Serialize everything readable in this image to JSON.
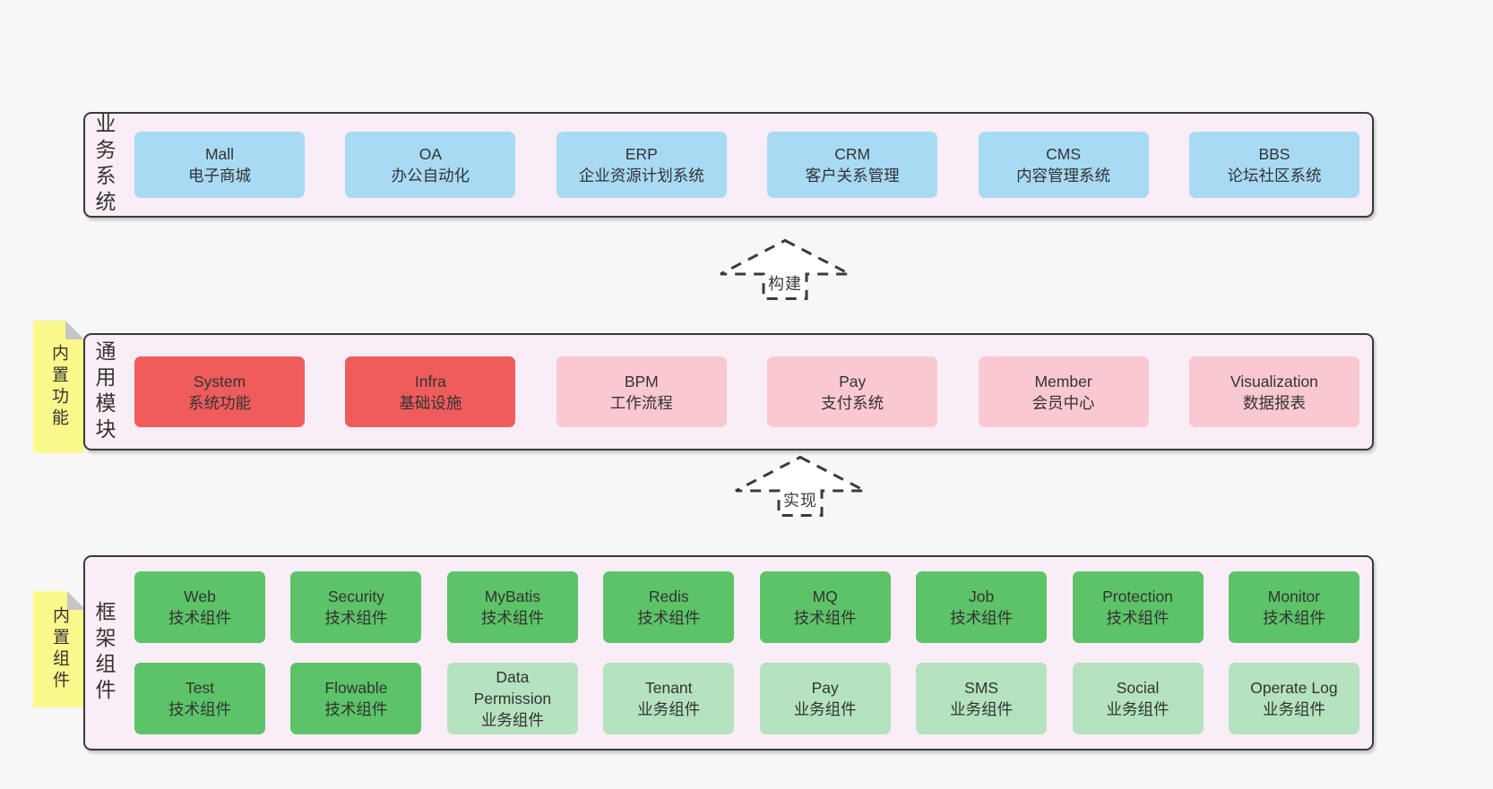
{
  "page": {
    "background": "#f7f7f7"
  },
  "colors": {
    "band_background": "#f9edf6",
    "band_border": "#3a3a3a",
    "blue": "#a8daf4",
    "red": "#f05c5c",
    "pink": "#fac8d1",
    "green_dark": "#5dc368",
    "green_light": "#b5e2bf",
    "sticky_yellow": "#fbf98c",
    "sticky_fold_grey": "#c6c6c6",
    "arrow_stroke": "#3b3b3b",
    "text": "#333333"
  },
  "arrows": [
    {
      "label": "构建"
    },
    {
      "label": "实现"
    }
  ],
  "bands": [
    {
      "label": "业务系统",
      "boxes": [
        {
          "title": "Mall",
          "subtitle": "电子商城",
          "color": "blue"
        },
        {
          "title": "OA",
          "subtitle": "办公自动化",
          "color": "blue"
        },
        {
          "title": "ERP",
          "subtitle": "企业资源计划系统",
          "color": "blue"
        },
        {
          "title": "CRM",
          "subtitle": "客户关系管理",
          "color": "blue"
        },
        {
          "title": "CMS",
          "subtitle": "内容管理系统",
          "color": "blue"
        },
        {
          "title": "BBS",
          "subtitle": "论坛社区系统",
          "color": "blue"
        }
      ]
    },
    {
      "label": "通用模块",
      "sticky": "内置功能",
      "boxes": [
        {
          "title": "System",
          "subtitle": "系统功能",
          "color": "red"
        },
        {
          "title": "Infra",
          "subtitle": "基础设施",
          "color": "red"
        },
        {
          "title": "BPM",
          "subtitle": "工作流程",
          "color": "pink"
        },
        {
          "title": "Pay",
          "subtitle": "支付系统",
          "color": "pink"
        },
        {
          "title": "Member",
          "subtitle": "会员中心",
          "color": "pink"
        },
        {
          "title": "Visualization",
          "subtitle": "数据报表",
          "color": "pink"
        }
      ]
    },
    {
      "label": "框架组件",
      "sticky": "内置组件",
      "rows": [
        [
          {
            "title": "Web",
            "subtitle": "技术组件",
            "color": "green_dark"
          },
          {
            "title": "Security",
            "subtitle": "技术组件",
            "color": "green_dark"
          },
          {
            "title": "MyBatis",
            "subtitle": "技术组件",
            "color": "green_dark"
          },
          {
            "title": "Redis",
            "subtitle": "技术组件",
            "color": "green_dark"
          },
          {
            "title": "MQ",
            "subtitle": "技术组件",
            "color": "green_dark"
          },
          {
            "title": "Job",
            "subtitle": "技术组件",
            "color": "green_dark"
          },
          {
            "title": "Protection",
            "subtitle": "技术组件",
            "color": "green_dark"
          },
          {
            "title": "Monitor",
            "subtitle": "技术组件",
            "color": "green_dark"
          }
        ],
        [
          {
            "title": "Test",
            "subtitle": "技术组件",
            "color": "green_dark"
          },
          {
            "title": "Flowable",
            "subtitle": "技术组件",
            "color": "green_dark"
          },
          {
            "title": "Data Permission",
            "subtitle": "业务组件",
            "color": "green_light"
          },
          {
            "title": "Tenant",
            "subtitle": "业务组件",
            "color": "green_light"
          },
          {
            "title": "Pay",
            "subtitle": "业务组件",
            "color": "green_light"
          },
          {
            "title": "SMS",
            "subtitle": "业务组件",
            "color": "green_light"
          },
          {
            "title": "Social",
            "subtitle": "业务组件",
            "color": "green_light"
          },
          {
            "title": "Operate Log",
            "subtitle": "业务组件",
            "color": "green_light"
          }
        ]
      ]
    }
  ]
}
